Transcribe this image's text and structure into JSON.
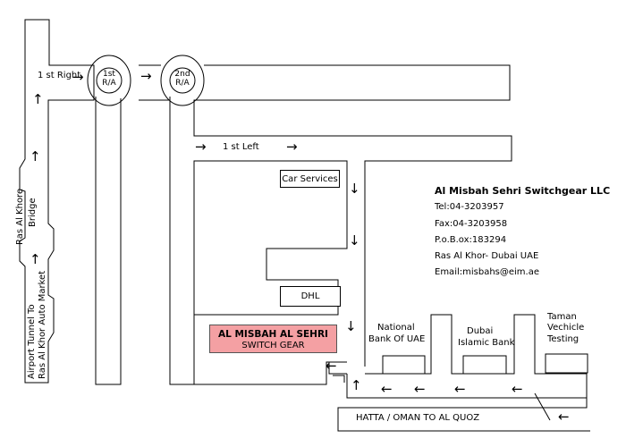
{
  "roundabouts": [
    {
      "line1": "1st",
      "line2": "R/A"
    },
    {
      "line1": "2nd",
      "line2": "R/A"
    }
  ],
  "road_labels": {
    "first_right": "1 st Right",
    "first_left": "1 st Left",
    "bridge_line1": "Ras Al Khore",
    "bridge_line2": "Bridge",
    "tunnel_line1": "Airport Tunnel To",
    "tunnel_line2": "Ras Al Khor Auto Market",
    "highway": "HATTA / OMAN TO AL QUOZ"
  },
  "landmarks": {
    "car_services": "Car Services",
    "dhl": "DHL",
    "nbu_line1": "National",
    "nbu_line2": "Bank Of UAE",
    "dib_line1": "Dubai",
    "dib_line2": "Islamic Bank",
    "taman_line1": "Taman",
    "taman_line2": "Vechicle",
    "taman_line3": "Testing"
  },
  "destination": {
    "line1": "AL MISBAH AL SEHRI",
    "line2": "SWITCH GEAR",
    "highlight_color": "#f4a0a3"
  },
  "company": {
    "name": "Al Misbah Sehri Switchgear LLC",
    "tel": "Tel:04-3203957",
    "fax": "Fax:04-3203958",
    "pobox": "P.o.B.ox:183294",
    "location": "Ras Al Khor- Dubai UAE",
    "email": "Email:misbahs@eim.ae"
  }
}
